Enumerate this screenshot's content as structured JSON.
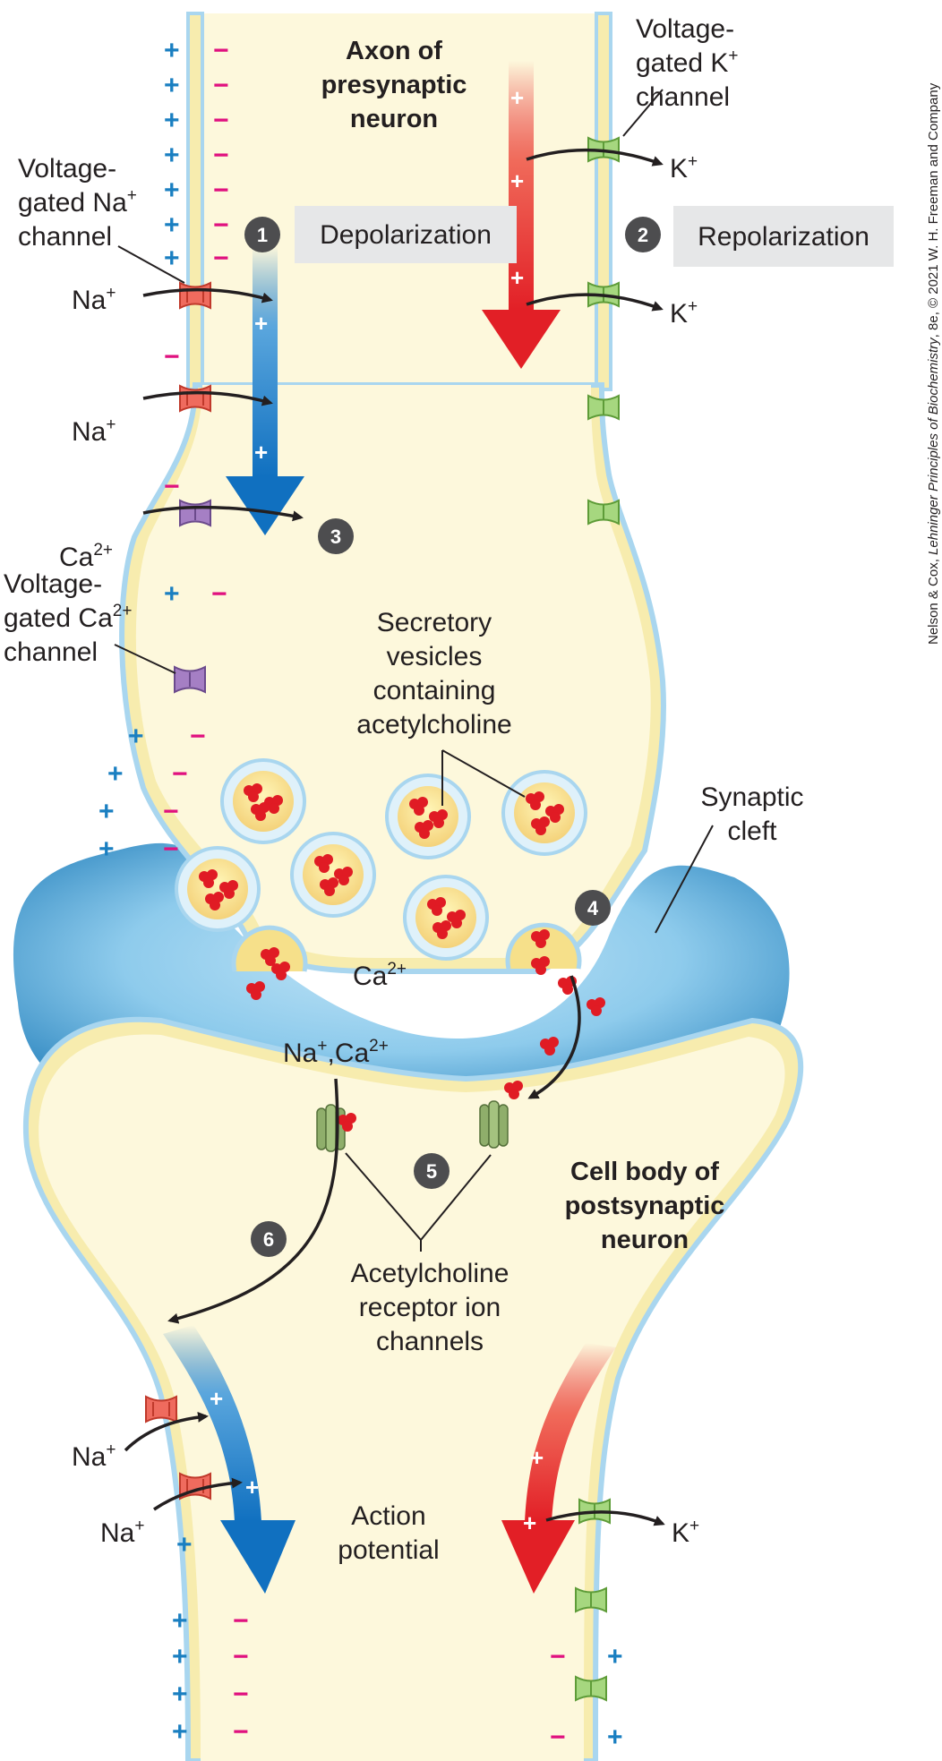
{
  "labels": {
    "axon_title_1": "Axon of",
    "axon_title_2": "presynaptic",
    "axon_title_3": "neuron",
    "vgk_1": "Voltage-",
    "vgk_2": "gated K",
    "vgk_3": "channel",
    "vgna_1": "Voltage-",
    "vgna_2": "gated Na",
    "vgna_3": "channel",
    "vgca_1": "Voltage-",
    "vgca_2": "gated Ca",
    "vgca_3": "channel",
    "depolarization": "Depolarization",
    "repolarization": "Repolarization",
    "na": "Na",
    "k": "K",
    "ca": "Ca",
    "sup_plus": "+",
    "sup_2plus": "2+",
    "vesicles_1": "Secretory",
    "vesicles_2": "vesicles",
    "vesicles_3": "containing",
    "vesicles_4": "acetylcholine",
    "cleft_1": "Synaptic",
    "cleft_2": "cleft",
    "na_ca_comma": ",",
    "receptor_1": "Acetylcholine",
    "receptor_2": "receptor ion",
    "receptor_3": "channels",
    "post_1": "Cell body of",
    "post_2": "postsynaptic",
    "post_3": "neuron",
    "action_1": "Action",
    "action_2": "potential",
    "plus_sign": "+",
    "minus_sign": "−",
    "credit_a": "Nelson & Cox, ",
    "credit_b": "Lehninger Principles of Biochemistry",
    "credit_c": ", 8e, © 2021 W. H. Freeman and Company"
  },
  "steps": [
    "1",
    "2",
    "3",
    "4",
    "5",
    "6"
  ],
  "colors": {
    "cytoplasm": "#fdf8dc",
    "membrane_blue": "#a9d6ef",
    "membrane_yellow": "#f7ecae",
    "cleft": "#7ec3e8",
    "na_channel": "#ef6b5e",
    "k_channel": "#a6d77f",
    "ca_channel": "#a57fc4",
    "receptor": "#8fae6b",
    "acetylcholine": "#e01b24",
    "depolarization_arrow": "#1878c4",
    "repolarization_arrow": "#e5242a",
    "step_badge": "#4d4d4f",
    "label_box": "#e6e7e8"
  }
}
